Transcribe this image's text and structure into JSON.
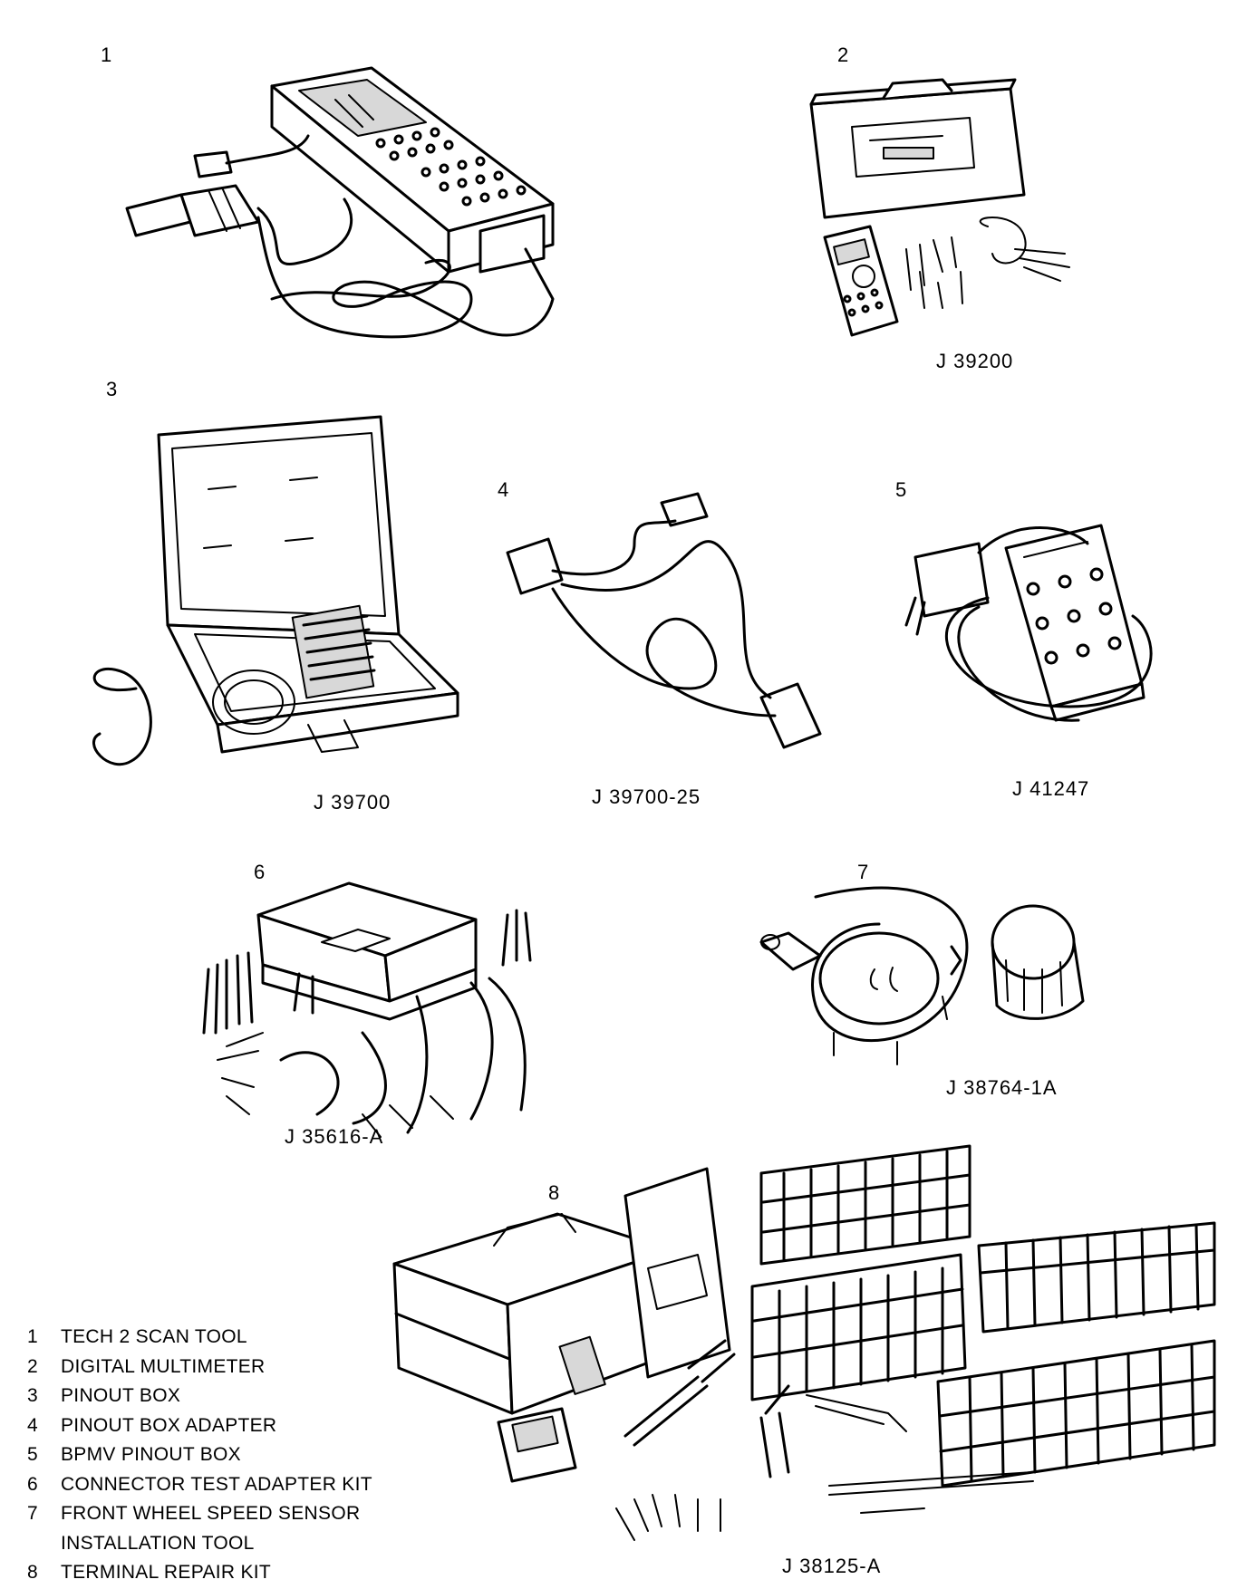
{
  "figures": [
    {
      "number": "1",
      "part": ""
    },
    {
      "number": "2",
      "part": "J 39200"
    },
    {
      "number": "3",
      "part": "J 39700"
    },
    {
      "number": "4",
      "part": "J 39700-25"
    },
    {
      "number": "5",
      "part": "J 41247"
    },
    {
      "number": "6",
      "part": "J 35616-A"
    },
    {
      "number": "7",
      "part": "J 38764-1A"
    },
    {
      "number": "8",
      "part": "J 38125-A"
    }
  ],
  "legend": [
    {
      "number": "1",
      "text": "TECH 2 SCAN TOOL"
    },
    {
      "number": "2",
      "text": "DIGITAL MULTIMETER"
    },
    {
      "number": "3",
      "text": "PINOUT BOX"
    },
    {
      "number": "4",
      "text": "PINOUT BOX ADAPTER"
    },
    {
      "number": "5",
      "text": "BPMV PINOUT BOX"
    },
    {
      "number": "6",
      "text": "CONNECTOR TEST ADAPTER KIT"
    },
    {
      "number": "7",
      "text": "FRONT WHEEL SPEED SENSOR"
    },
    {
      "number": "",
      "text": "INSTALLATION TOOL"
    },
    {
      "number": "8",
      "text": "TERMINAL REPAIR KIT"
    }
  ]
}
